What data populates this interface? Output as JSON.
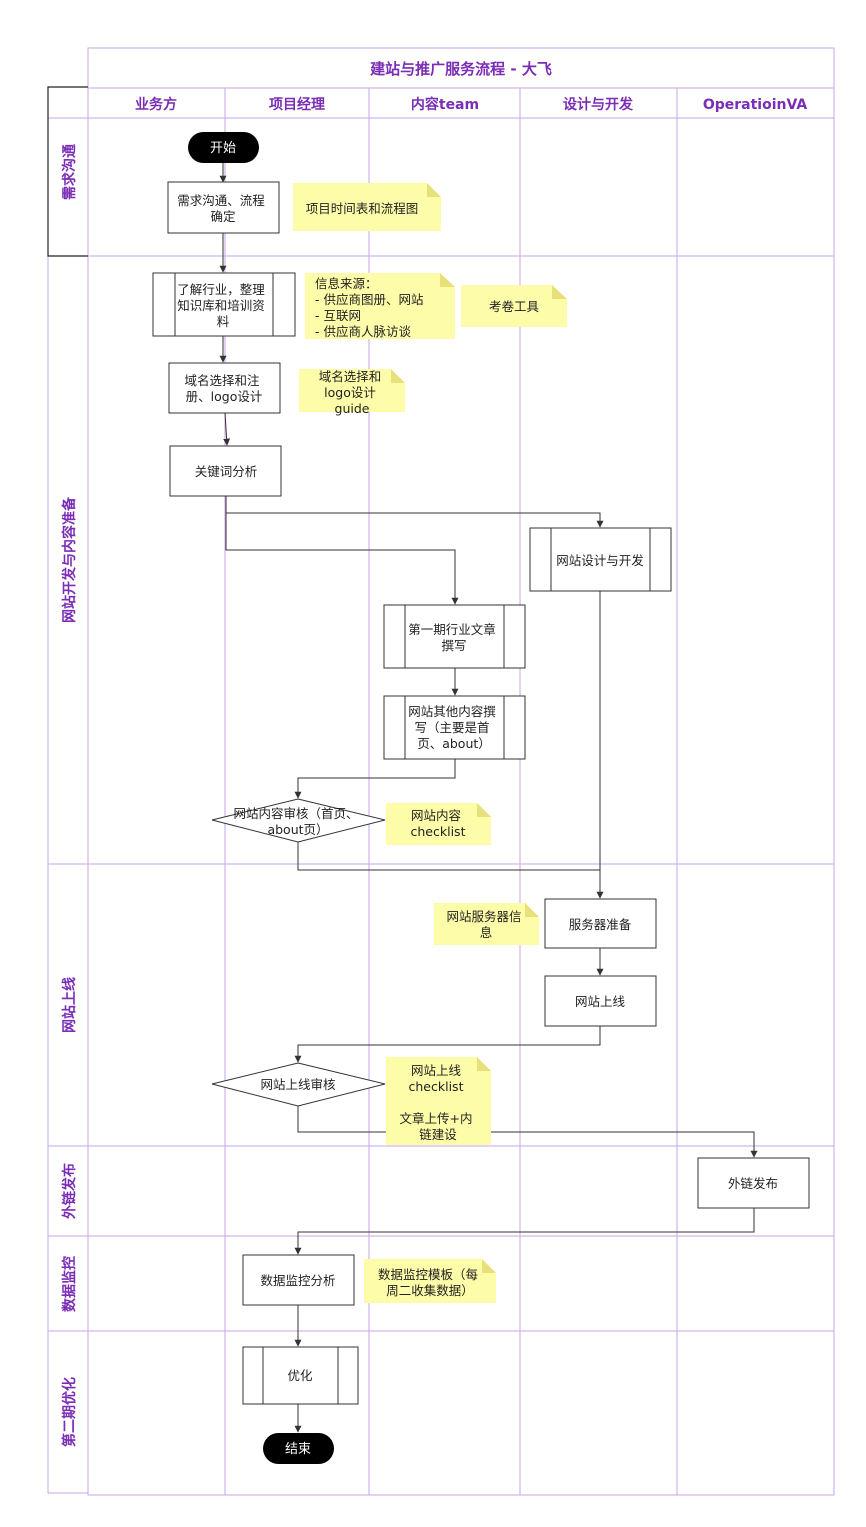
{
  "title": "建站与推广服务流程 - 大飞",
  "columns": [
    "业务方",
    "项目经理",
    "内容team",
    "设计与开发",
    "OperatioinVA"
  ],
  "phases": [
    "需求沟通",
    "网站开发与内容准备",
    "网站上线",
    "外链发布",
    "数据监控",
    "第二期优化"
  ],
  "nodes": {
    "start": "开始",
    "req": [
      "需求沟通、流程",
      "确定"
    ],
    "learn": [
      "了解行业，整理",
      "知识库和培训资",
      "料"
    ],
    "domain": [
      "域名选择和注",
      "册、logo设计"
    ],
    "keyword": [
      "关键词分析"
    ],
    "webdev": [
      "网站设计与开发"
    ],
    "article1": [
      "第一期行业文章",
      "撰写"
    ],
    "other_content": [
      "网站其他内容撰",
      "写（主要是首",
      "页、about）"
    ],
    "content_review": [
      "网站内容审核（首页、",
      "about页）"
    ],
    "server": [
      "服务器准备"
    ],
    "launch": [
      "网站上线"
    ],
    "launch_review": [
      "网站上线审核"
    ],
    "backlink": [
      "外链发布"
    ],
    "monitor": [
      "数据监控分析"
    ],
    "optimize": [
      "优化"
    ],
    "end": "结束"
  },
  "notes": {
    "schedule": [
      "项目时间表和流程图"
    ],
    "sources": [
      "信息来源：",
      "- 供应商图册、网站",
      "- 互联网",
      "- 供应商人脉访谈"
    ],
    "exam": [
      "考卷工具"
    ],
    "domain_guide": [
      "域名选择和",
      "logo设计",
      "guide"
    ],
    "content_checklist": [
      "网站内容",
      "checklist"
    ],
    "server_info": [
      "网站服务器信",
      "息"
    ],
    "launch_checklist": [
      "网站上线",
      "checklist",
      "",
      "文章上传+内",
      "链建设"
    ],
    "monitor_template": [
      "数据监控模板（每",
      "周二收集数据）"
    ]
  }
}
